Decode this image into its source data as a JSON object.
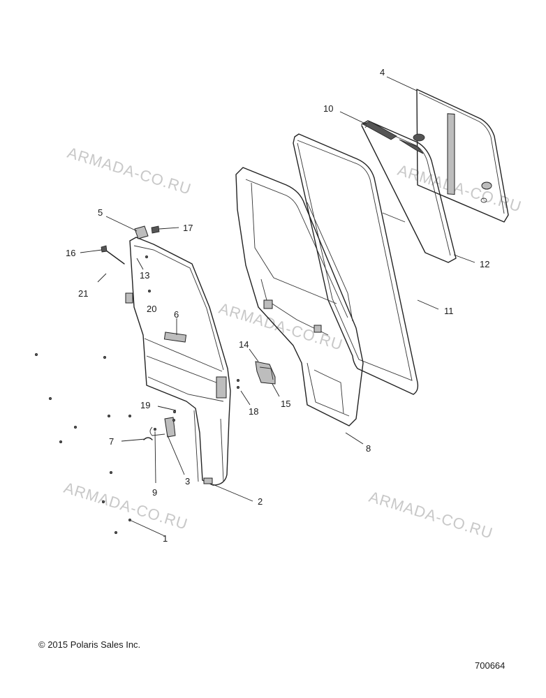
{
  "watermark": "ARMADA-CO.RU",
  "copyright": "© 2015 Polaris Sales Inc.",
  "diagram_id": "700664",
  "callouts": {
    "c1": "1",
    "c2": "2",
    "c3": "3",
    "c4": "4",
    "c5": "5",
    "c6": "6",
    "c7": "7",
    "c8": "8",
    "c9": "9",
    "c10": "10",
    "c11": "11",
    "c12": "12",
    "c13": "13",
    "c14": "14",
    "c15": "15",
    "c16": "16",
    "c17": "17",
    "c18": "18",
    "c19": "19",
    "c20": "20",
    "c21": "21"
  }
}
